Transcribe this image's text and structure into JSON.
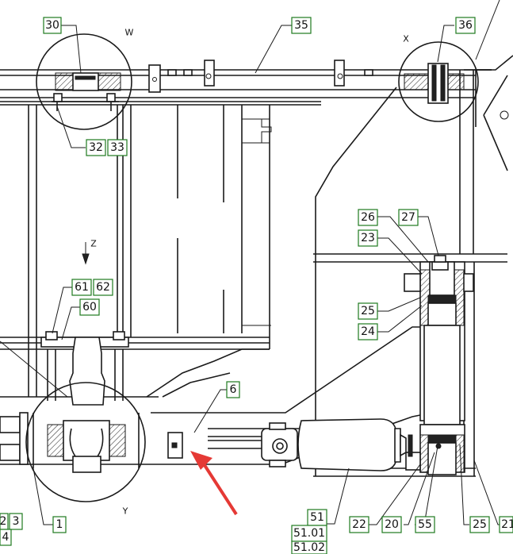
{
  "callouts": {
    "c30": "30",
    "c36": "36",
    "c35": "35",
    "c32": "32",
    "c33": "33",
    "c26": "26",
    "c27": "27",
    "c23": "23",
    "c25a": "25",
    "c24": "24",
    "c61": "61",
    "c62": "62",
    "c60": "60",
    "c6": "6",
    "c51": "51",
    "c5101": "51.01",
    "c5102": "51.02",
    "c22": "22",
    "c20": "20",
    "c55": "55",
    "c25b": "25",
    "c21": "21",
    "c1": "1",
    "c2": "2",
    "c3": "3",
    "c4": "4"
  },
  "views": {
    "w": "W",
    "x": "X",
    "y": "Y",
    "z": "Z"
  },
  "colors": {
    "callout_border": "#1f7a1f",
    "arrow": "#e53935",
    "line": "#1a1a1a"
  }
}
